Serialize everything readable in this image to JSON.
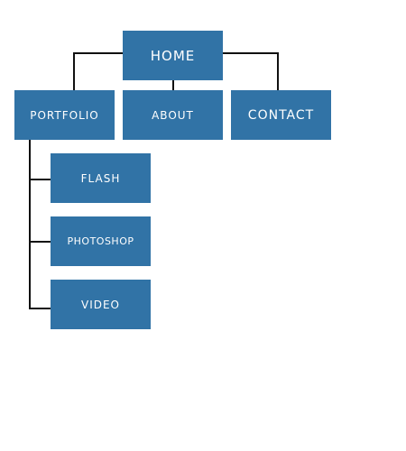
{
  "sitemap": {
    "home": {
      "label": "HOME"
    },
    "level1": [
      {
        "label": "PORTFOLIO"
      },
      {
        "label": "ABOUT"
      },
      {
        "label": "CONTACT"
      }
    ],
    "portfolio_children": [
      {
        "label": "FLASH"
      },
      {
        "label": "PHOTOSHOP"
      },
      {
        "label": "VIDEO"
      }
    ]
  },
  "colors": {
    "node_fill": "#3173a6",
    "node_text": "#ffffff",
    "connector": "#111111",
    "background": "#ffffff"
  }
}
